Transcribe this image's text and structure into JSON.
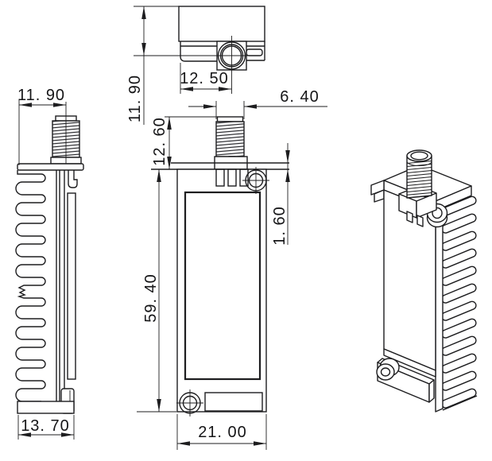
{
  "drawing": {
    "background_color": "#ffffff",
    "line_color": "#1d1d1f",
    "dimensions": {
      "side_module_depth_top": "11. 90",
      "side_module_depth_bottom": "13. 70",
      "top_connector_offset": "12. 50",
      "top_module_depth": "11. 90",
      "front_thread_diameter": "6. 40",
      "front_connector_height": "12. 60",
      "front_top_plate_lip": "1. 60",
      "front_body_height": "59. 40",
      "front_body_width": "21. 00"
    }
  }
}
